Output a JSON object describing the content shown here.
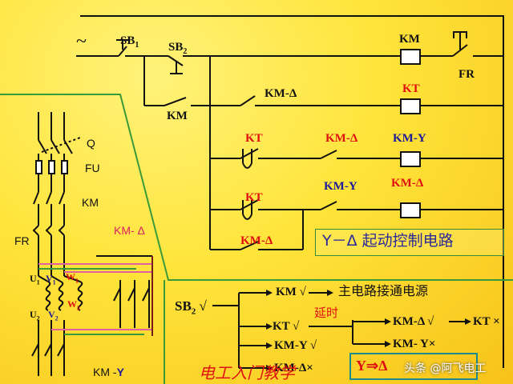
{
  "control_circuit": {
    "supply_symbol": "~",
    "sb1": {
      "main": "SB",
      "sub": "1"
    },
    "sb2": {
      "main": "SB",
      "sub": "2"
    },
    "km_coil": "KM",
    "fr": "FR",
    "km_holding": "KM",
    "km_delta_nc": "KM-Δ",
    "kt_coil": "KT",
    "kt_contact_1": "KT",
    "km_delta_contact": "KM-Δ",
    "km_y_coil": "KM-Y",
    "kt_contact_2": "KT",
    "km_y_contact": "KM-Y",
    "km_delta_coil": "KM-Δ",
    "km_delta_holding": "KM-Δ"
  },
  "title": "Y－Δ 起动控制电路",
  "main_circuit": {
    "q": "Q",
    "fu": "FU",
    "km": "KM",
    "fr": "FR",
    "km_delta": "KM- Δ",
    "u1": {
      "main": "U",
      "sub": "1"
    },
    "v1": {
      "main": "V",
      "sub": "1"
    },
    "w1": {
      "main": "W",
      "sub": "1"
    },
    "u2": {
      "main": "U",
      "sub": "2"
    },
    "v2": {
      "main": "V",
      "sub": "2"
    },
    "w2": {
      "main": "W",
      "sub": "2"
    },
    "km_y_prefix": "KM -",
    "km_y_suffix": "Y"
  },
  "sequence": {
    "sb2": {
      "main": "SB",
      "sub": "2",
      "mark": " √"
    },
    "km_on": "KM √",
    "main_power": "主电路接通电源",
    "kt_on": "KT √",
    "delay": "延时",
    "km_delta_on": "KM-Δ √",
    "kt_off": "KT ×",
    "km_y_off": "KM- Y×",
    "km_y_on": "KM-Y √",
    "km_delta_off": "KM-Δ×",
    "y_to_delta": "Y⇒Δ"
  },
  "footer": {
    "watermark": "电工入门教学",
    "credit": "头条 @阿飞电工"
  }
}
